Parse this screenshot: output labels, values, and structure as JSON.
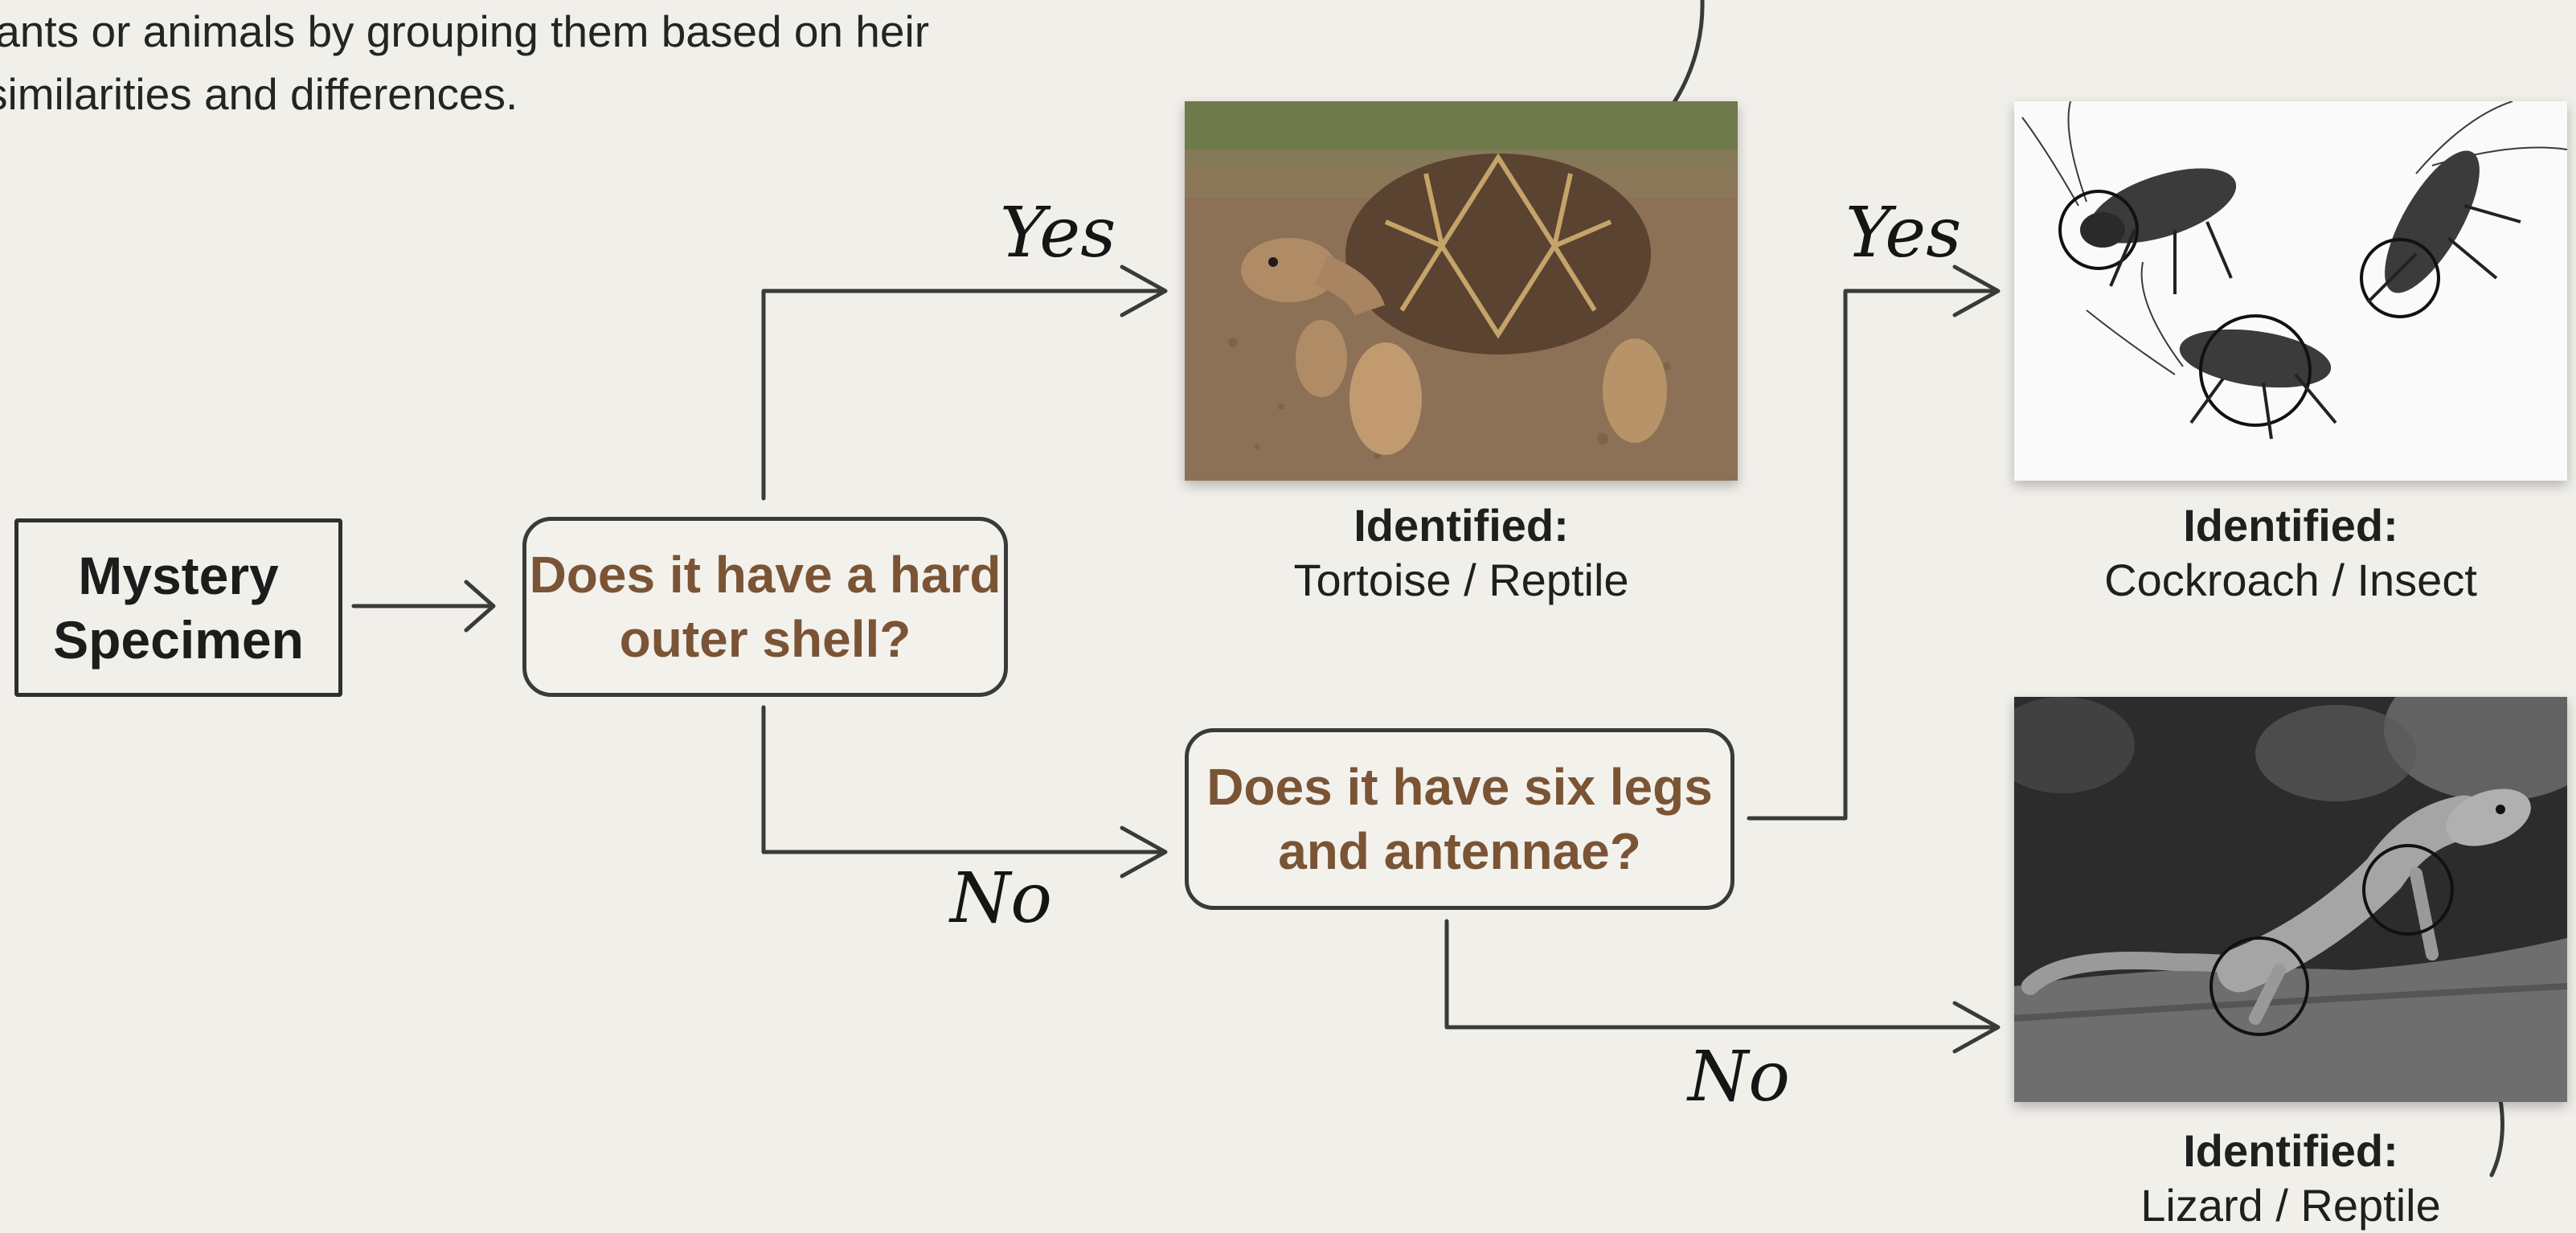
{
  "intro_text": "lants or animals by grouping them based on heir similarities and differences.",
  "start_node": {
    "label": "Mystery Specimen"
  },
  "questions": [
    {
      "text": "Does it have a hard outer shell?"
    },
    {
      "text": "Does it have six legs and antennae?"
    }
  ],
  "branch_labels": {
    "yes": "Yes",
    "no": "No"
  },
  "results": [
    {
      "heading": "Identified:",
      "name": "Tortoise / Reptile",
      "image": "tortoise-photo"
    },
    {
      "heading": "Identified:",
      "name": "Cockroach / Insect",
      "image": "cockroach-photo"
    },
    {
      "heading": "Identified:",
      "name": "Lizard / Reptile",
      "image": "lizard-photo"
    }
  ],
  "colors": {
    "background": "#f1efea",
    "question_text": "#7a5434",
    "stroke": "#3a3a3a"
  }
}
